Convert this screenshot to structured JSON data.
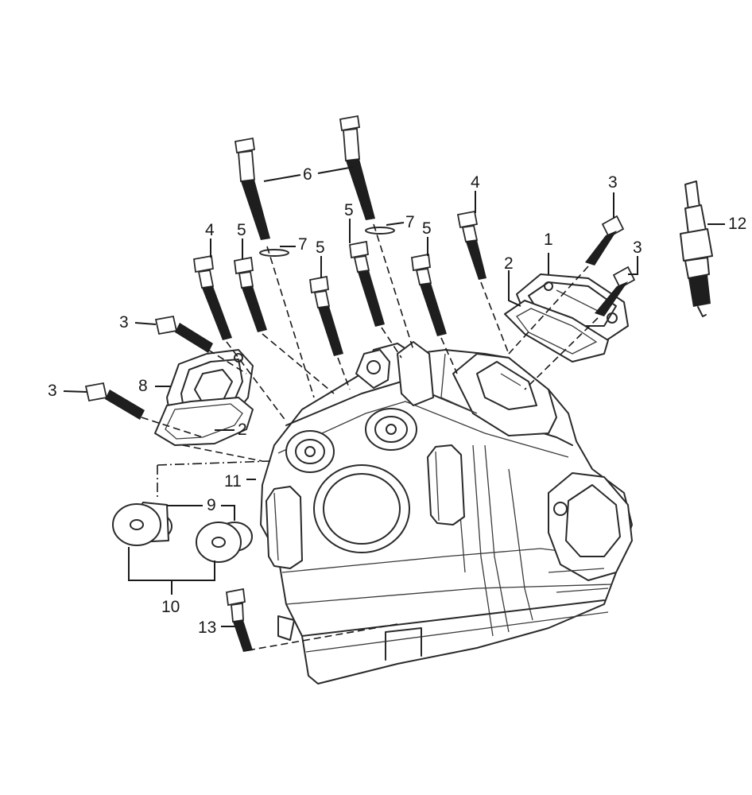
{
  "callouts": {
    "c1": "1",
    "c2_right": "2",
    "c2_left": "2",
    "c3_top_right_a": "3",
    "c3_top_right_b": "3",
    "c3_left_upper": "3",
    "c3_left_lower": "3",
    "c4_left": "4",
    "c4_right": "4",
    "c5_a": "5",
    "c5_b": "5",
    "c5_c": "5",
    "c5_d": "5",
    "c6": "6",
    "c7_left": "7",
    "c7_right": "7",
    "c8": "8",
    "c9": "9",
    "c10": "10",
    "c11": "11",
    "c12": "12",
    "c13": "13"
  },
  "colors": {
    "ink": "#1a1a1a",
    "background": "#ffffff"
  },
  "parts": [
    "cylinder-head",
    "cam-cap-cover-right",
    "gasket-right",
    "cam-cap-cover-left",
    "gasket-left",
    "long-bolt",
    "short-bolt",
    "flange-bolt",
    "washer",
    "dowel-pin",
    "spark-plug",
    "stud-bolt"
  ]
}
